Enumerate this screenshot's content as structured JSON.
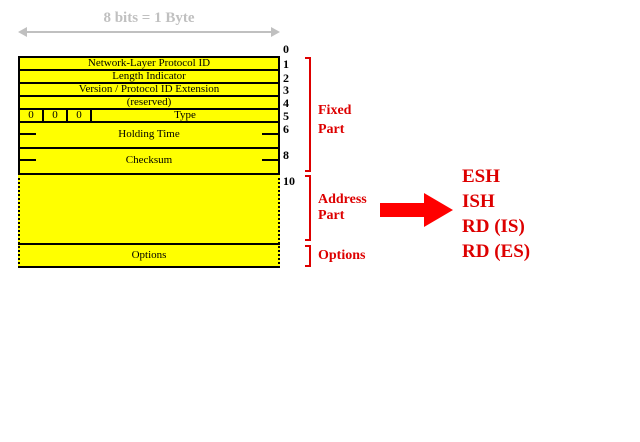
{
  "header": {
    "label": "8 bits = 1 Byte"
  },
  "offsets": [
    "0",
    "1",
    "2",
    "3",
    "4",
    "5",
    "6",
    "8",
    "10"
  ],
  "fields": {
    "nlpid": "Network-Layer Protocol ID",
    "length_indicator": "Length Indicator",
    "version": "Version / Protocol ID Extension",
    "reserved": "(reserved)",
    "bits": [
      "0",
      "0",
      "0"
    ],
    "type": "Type",
    "holding_time": "Holding Time",
    "checksum": "Checksum",
    "options": "Options"
  },
  "parts": {
    "fixed": [
      "Fixed",
      "Part"
    ],
    "address": [
      "Address",
      "Part"
    ],
    "options": "Options"
  },
  "messages": [
    "ESH",
    "ISH",
    "RD (IS)",
    "RD (ES)"
  ],
  "colors": {
    "field_fill": "#ffff00",
    "accent_red": "#dd0000",
    "header_gray": "#c0c0c0"
  }
}
